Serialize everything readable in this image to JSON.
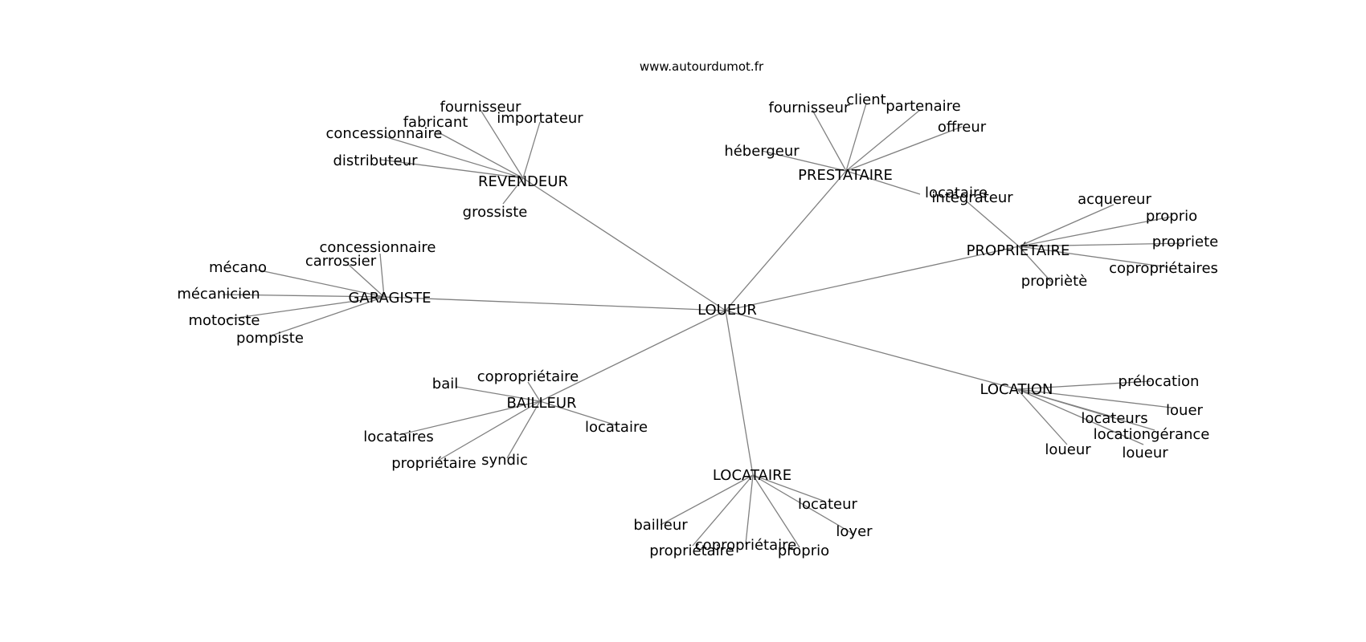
{
  "source_label": "www.autourdumot.fr",
  "center": "LOUEUR",
  "groups": [
    {
      "label": "REVENDEUR",
      "leaves": [
        "fournisseur",
        "fabricant",
        "importateur",
        "concessionnaire",
        "distributeur",
        "grossiste"
      ]
    },
    {
      "label": "PRESTATAIRE",
      "leaves": [
        "fournisseur",
        "client",
        "partenaire",
        "offreur",
        "hébergeur",
        "intégrateur"
      ]
    },
    {
      "label": "PROPRIÉTAIRE",
      "leaves": [
        "locataire",
        "acquereur",
        "proprio",
        "propriete",
        "copropriétaires",
        "propriètè"
      ]
    },
    {
      "label": "GARAGISTE",
      "leaves": [
        "concessionnaire",
        "carrossier",
        "mécano",
        "mécanicien",
        "motociste",
        "pompiste"
      ]
    },
    {
      "label": "LOCATION",
      "leaves": [
        "prélocation",
        "louer",
        "locateurs",
        "locationgérance",
        "loueur",
        "loueur"
      ]
    },
    {
      "label": "BAILLEUR",
      "leaves": [
        "copropriétaire",
        "bail",
        "locataire",
        "locataires",
        "propriétaire",
        "syndic"
      ]
    },
    {
      "label": "LOCATAIRE",
      "leaves": [
        "locateur",
        "loyer",
        "bailleur",
        "copropriétaire",
        "propriétaire",
        "proprio"
      ]
    }
  ],
  "colors": {
    "edge": "#808080",
    "text": "#000000",
    "background": "#ffffff"
  }
}
